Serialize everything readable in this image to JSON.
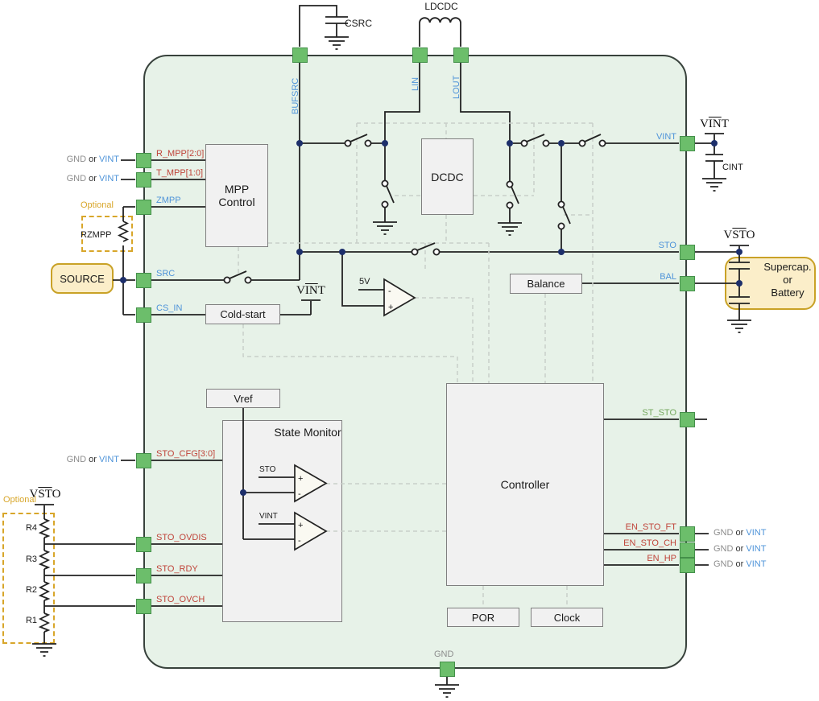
{
  "colors": {
    "chip_fill": "#e7f2e8",
    "chip_border": "#38423c",
    "pin_fill": "#6cbe6b",
    "pin_border": "#44904a",
    "blue_label": "#4f94d9",
    "red_label": "#c0443a",
    "green_label": "#74a85e",
    "gray_label": "#8c8c8c",
    "orange_label": "#d8a62a",
    "yellow_box_fill": "#fbeec9",
    "yellow_box_border": "#c9a227",
    "block_fill": "#f1f1f1",
    "block_border": "#7f7f7f",
    "wire": "#222222",
    "dashed_control": "#c9cfc9",
    "junction": "#1d2f6b"
  },
  "pins": {
    "top": [
      "BUFSRC",
      "LIN",
      "LOUT"
    ],
    "left": [
      "R_MPP[2:0]",
      "T_MPP[1:0]",
      "ZMPP",
      "SRC",
      "CS_IN",
      "STO_CFG[3:0]",
      "STO_OVDIS",
      "STO_RDY",
      "STO_OVCH"
    ],
    "right": [
      "VINT",
      "STO",
      "BAL",
      "ST_STO",
      "EN_STO_FT",
      "EN_STO_CH",
      "EN_HP"
    ],
    "bottom": [
      "GND"
    ]
  },
  "blocks": {
    "mpp_control": "MPP Control",
    "dcdc": "DCDC",
    "cold_start": "Cold-start",
    "balance": "Balance",
    "vref": "Vref",
    "state_monitor": "State Monitor",
    "controller": "Controller",
    "por": "POR",
    "clock": "Clock"
  },
  "external": {
    "source": "SOURCE",
    "storage_line1": "Supercap.",
    "storage_line2": "or",
    "storage_line3": "Battery",
    "csrc": "CSRC",
    "ldcdc": "LDCDC",
    "cint": "CINT",
    "rzmpp": "RZMPP",
    "optional": "Optional",
    "resistors": [
      "R4",
      "R3",
      "R2",
      "R1"
    ]
  },
  "rails": {
    "vint": {
      "pre": "V",
      "over": "IN",
      "post": "T"
    },
    "vsto": {
      "pre": "V",
      "over": "ST",
      "post": "O"
    }
  },
  "io_options": {
    "gnd": "GND",
    "or": "or",
    "vint": "VINT"
  },
  "signals": {
    "five_v": "5V",
    "sto": "STO",
    "vint": "VINT",
    "plus": "+",
    "minus": "-"
  }
}
